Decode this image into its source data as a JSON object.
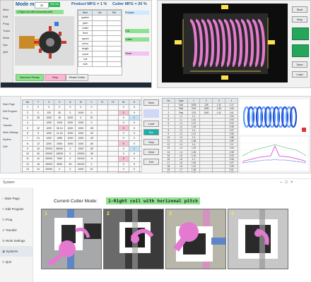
{
  "panel1": {
    "mode_title": "Mode ms",
    "field_val": "30",
    "badge": "100 mil",
    "product_title": "Product MFG = 1 %",
    "cutter_title": "Cutter MFG = 20 %",
    "subtitle": "1-Right coil with horizontal pitch",
    "sidebar": [
      "Main",
      "Edit",
      "Prog",
      "Trans",
      "Work",
      "Sys",
      "Quit"
    ],
    "bottom_buttons": [
      "Machine Ready",
      "Stop",
      "Reset Cutter"
    ],
    "list_header": [
      "Item",
      "Val",
      "Set"
    ],
    "list_rows": [
      "system",
      "pitch",
      "cutter",
      "feed",
      "speed",
      "servo",
      "length",
      "count",
      "coil",
      "wire"
    ],
    "right_labels": [
      "Product",
      "Coil",
      "Cutter",
      "Reset"
    ]
  },
  "panel2": {
    "buttons": [
      "Start",
      "Stop",
      "Save",
      "Load"
    ]
  },
  "panel3": {
    "sidebar": [
      "Main Page",
      "Edit Program",
      "Prog",
      "Transfer",
      "Work Settings",
      "System",
      "Quit"
    ],
    "headers": [
      "No",
      "Y",
      "Z",
      "X",
      "A",
      "B",
      "C",
      "T1",
      "T2",
      "W",
      "S",
      "F"
    ],
    "rows": [
      [
        "1",
        "0",
        "0",
        "0",
        "0",
        "0",
        "0",
        "",
        "",
        "0",
        "0",
        "0"
      ],
      [
        "2",
        "0",
        "120",
        "30",
        "0",
        "1000",
        "0",
        "",
        "",
        "0",
        "0",
        "0"
      ],
      [
        "3",
        "35",
        "1200",
        "30",
        "1000",
        "0",
        "20",
        "",
        "",
        "0",
        "1",
        "0"
      ],
      [
        "4",
        "",
        "1200",
        "1200",
        "1000",
        "1000",
        "0",
        "",
        "",
        "0",
        "0",
        "0"
      ],
      [
        "5",
        "12",
        "1200",
        "35.10",
        "1000",
        "1000",
        "-95",
        "",
        "",
        "0",
        "0",
        "0"
      ],
      [
        "6",
        "5",
        "1200",
        "11.40",
        "1000",
        "1000",
        "-20",
        "",
        "",
        "0",
        "0",
        "0"
      ],
      [
        "7",
        "21",
        "1200",
        "1980",
        "1000",
        "1000",
        "-25",
        "",
        "",
        "0",
        "0",
        "0"
      ],
      [
        "8",
        "12",
        "3200",
        "2060",
        "1000",
        "1000",
        "-80",
        "",
        "",
        "0",
        "0",
        "0"
      ],
      [
        "9",
        "10",
        "20000",
        "26000",
        "0",
        "1000",
        "-55",
        "",
        "",
        "0",
        "1",
        "0"
      ],
      [
        "10",
        "40",
        "20000",
        "16000",
        "0",
        "20000",
        "-90",
        "",
        "",
        "0",
        "0",
        "0"
      ],
      [
        "11",
        "12",
        "20000",
        "7500",
        "0",
        "26100",
        "-5",
        "",
        "",
        "0",
        "0",
        "0"
      ],
      [
        "12",
        "16",
        "20000",
        "4500",
        "30",
        "26100",
        "2",
        "",
        "",
        "0",
        "0",
        "0"
      ],
      [
        "13",
        "12",
        "20000",
        "0",
        "0",
        "1000",
        "20",
        "",
        "",
        "0",
        "0",
        "0"
      ],
      [
        "14",
        "0",
        "0",
        "0",
        "0",
        "0",
        "0",
        "",
        "",
        "0",
        "0",
        "0"
      ],
      [
        "15",
        "0",
        "0",
        "0",
        "0",
        "0",
        "",
        "-120",
        "",
        "0",
        "0",
        "0"
      ]
    ]
  },
  "panel4": {
    "side_buttons": [
      "Save",
      "Load",
      "Run",
      "Stop",
      "Clear",
      "Exit"
    ],
    "headers": [
      "No",
      "Type",
      "1",
      "2",
      "3",
      "4"
    ],
    "rows": [
      [
        "1",
        "Dim",
        "1000",
        "125",
        "1.11",
        "1.17"
      ],
      [
        "2",
        "Rad",
        "3.00",
        "1000",
        "1.35",
        "1.59"
      ],
      [
        "3",
        "Rad",
        "3.23",
        "1000",
        "1.42",
        "1.61"
      ],
      [
        "4",
        "L1",
        "1.2",
        "",
        "",
        "1.94"
      ],
      [
        "5",
        "L1",
        "1.41",
        "",
        "",
        "1.93"
      ],
      [
        "6",
        "L1",
        "1.21",
        "",
        "",
        "2.02"
      ],
      [
        "7",
        "L2",
        "1.19",
        "",
        "",
        "2.08"
      ],
      [
        "8",
        "L2",
        "1.4",
        "",
        "",
        "1.97"
      ],
      [
        "9",
        "L2",
        "1.27",
        "",
        "",
        "1.96"
      ],
      [
        "10",
        "L3",
        "1.2",
        "",
        "",
        "1.88"
      ],
      [
        "11",
        "L3",
        "1.38",
        "",
        "",
        "1.89"
      ],
      [
        "12",
        "L3",
        "1.4",
        "",
        "",
        "2.0"
      ],
      [
        "13",
        "L4",
        "1.23",
        "",
        "",
        "1.94"
      ],
      [
        "14",
        "L4",
        "1.26",
        "",
        "",
        "1.98"
      ],
      [
        "15",
        "L5",
        "1.14",
        "",
        "",
        "2.03"
      ],
      [
        "16",
        "L5",
        "1.1",
        "",
        "",
        "2.06"
      ],
      [
        "17",
        "L6",
        "1.30",
        "",
        "",
        "1.97"
      ],
      [
        "18",
        "L6",
        "1.21",
        "",
        "",
        "1.99"
      ],
      [
        "19",
        "L7",
        "1.18",
        "",
        "",
        "2.01"
      ],
      [
        "20",
        "L7",
        "1.25",
        "",
        "",
        "1.98"
      ],
      [
        "21",
        "L8",
        "1.19",
        "",
        "",
        "2.02"
      ],
      [
        "22",
        "L8",
        "1.22",
        "",
        "",
        "2.00"
      ]
    ]
  },
  "panel5": {
    "app_title": "System",
    "sidebar": [
      "Main Page",
      "Edit Program",
      "Prog",
      "Transfer",
      "Work Settings",
      "Systems",
      "Quit"
    ],
    "mode_label": "Current Cutter Mode:",
    "mode_value": "1-Right coil with horizonal pitch",
    "thumbs": [
      "1",
      "2",
      "3",
      "4"
    ],
    "accent": "#8fe28f"
  },
  "colors": {
    "coil_pink": "#e47ad0",
    "dark_bg": "#111111",
    "green": "#26a65b",
    "yellow": "#ffe14a"
  }
}
